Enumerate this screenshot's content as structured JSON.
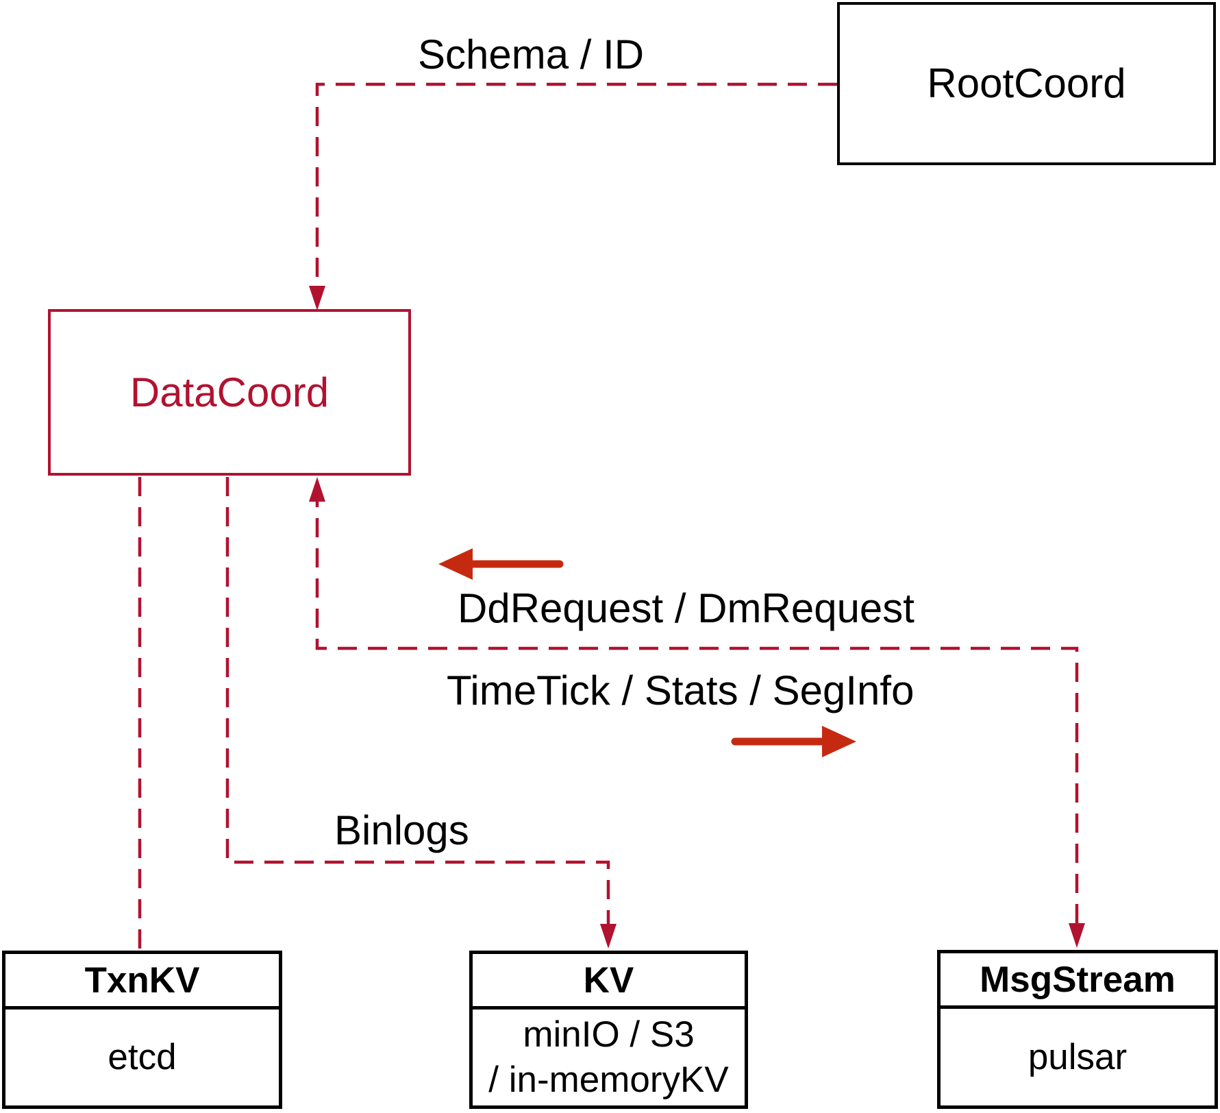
{
  "colors": {
    "dark_red": "#b11230",
    "bright_red": "#c52a11",
    "ink": "#000000",
    "background": "#ffffff"
  },
  "nodes": {
    "rootcoord": {
      "title": "RootCoord"
    },
    "datacoord": {
      "title": "DataCoord"
    },
    "txnkv": {
      "title": "TxnKV",
      "body": "etcd"
    },
    "kv": {
      "title": "KV",
      "body_line1": "minIO / S3",
      "body_line2": "/ in-memoryKV"
    },
    "msgstream": {
      "title": "MsgStream",
      "body": "pulsar"
    }
  },
  "edge_labels": {
    "schema_id": "Schema / ID",
    "dd_dm_request": "DdRequest / DmRequest",
    "timetick_stats_seginfo": "TimeTick / Stats / SegInfo",
    "binlogs": "Binlogs"
  }
}
